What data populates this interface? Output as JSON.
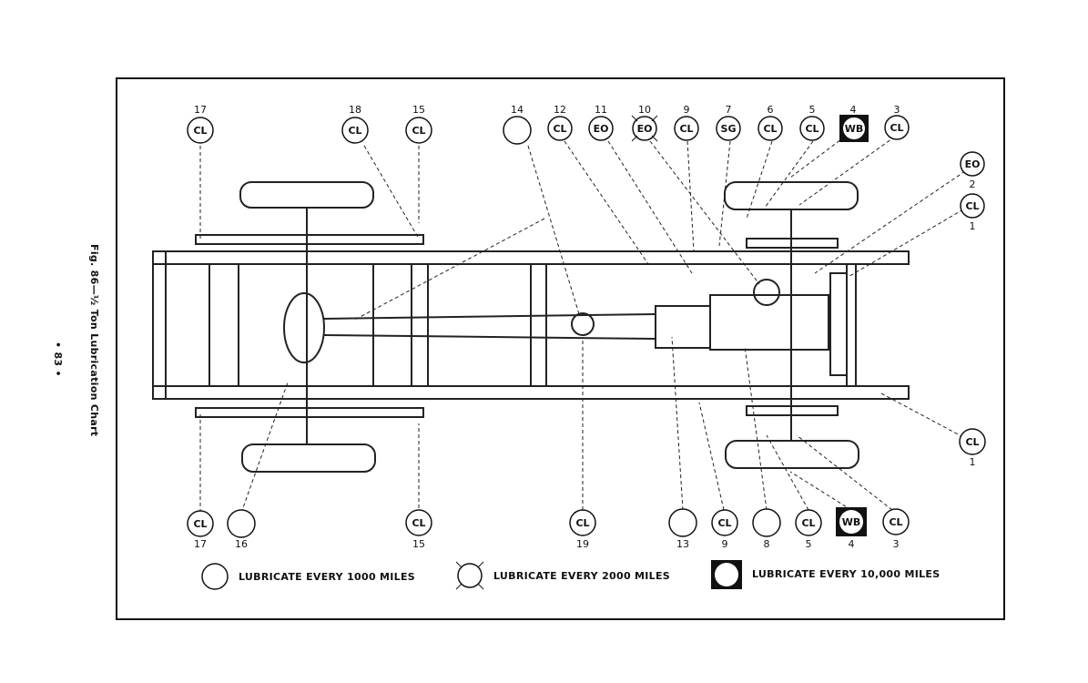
{
  "figure": {
    "caption": "Fig. 86—½ Ton Lubrication Chart",
    "page_number": "• 83 •"
  },
  "callouts_top": [
    {
      "num": "17",
      "code": "CL"
    },
    {
      "num": "18",
      "code": "CL"
    },
    {
      "num": "15",
      "code": "CL"
    },
    {
      "num": "14",
      "code": ""
    },
    {
      "num": "12",
      "code": "CL"
    },
    {
      "num": "11",
      "code": "EO"
    },
    {
      "num": "10",
      "code": "EO"
    },
    {
      "num": "9",
      "code": "CL"
    },
    {
      "num": "7",
      "code": "SG"
    },
    {
      "num": "6",
      "code": "CL"
    },
    {
      "num": "5",
      "code": "CL"
    },
    {
      "num": "4",
      "code": "WB"
    },
    {
      "num": "3",
      "code": "CL"
    }
  ],
  "callouts_right": [
    {
      "num": "2",
      "code": "EO"
    },
    {
      "num": "1",
      "code": "CL"
    },
    {
      "num": "1",
      "code": "CL"
    }
  ],
  "callouts_bottom": [
    {
      "num": "17",
      "code": "CL"
    },
    {
      "num": "16",
      "code": ""
    },
    {
      "num": "15",
      "code": "CL"
    },
    {
      "num": "19",
      "code": "CL"
    },
    {
      "num": "13",
      "code": ""
    },
    {
      "num": "9",
      "code": "CL"
    },
    {
      "num": "8",
      "code": ""
    },
    {
      "num": "5",
      "code": "CL"
    },
    {
      "num": "4",
      "code": "WB"
    },
    {
      "num": "3",
      "code": "CL"
    }
  ],
  "legend": [
    {
      "symbol": "open-circle",
      "label": "LUBRICATE EVERY 1000 MILES"
    },
    {
      "symbol": "crossed-circle",
      "label": "LUBRICATE EVERY 2000 MILES"
    },
    {
      "symbol": "filled-square-circle",
      "label": "LUBRICATE EVERY 10,000 MILES"
    }
  ]
}
